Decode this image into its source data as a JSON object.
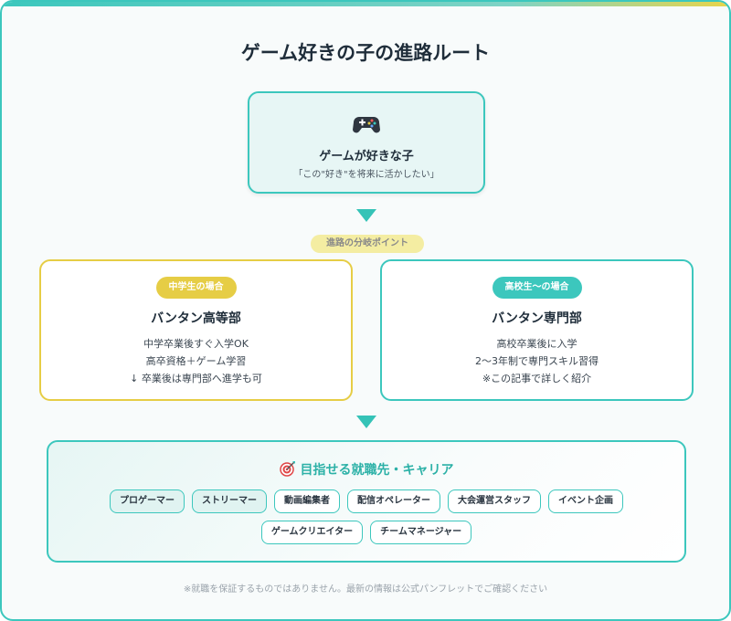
{
  "title": "ゲーム好きの子の進路ルート",
  "start": {
    "icon": "gamepad-icon",
    "name": "ゲームが好きな子",
    "subtitle": "「この\"好き\"を将来に活かしたい」"
  },
  "branch_point": "進路の分岐ポイント",
  "branches": [
    {
      "tag": "中学生の場合",
      "name": "バンタン高等部",
      "lines": [
        "中学卒業後すぐ入学OK",
        "高卒資格＋ゲーム学習",
        "↓ 卒業後は専門部へ進学も可"
      ]
    },
    {
      "tag": "高校生～の場合",
      "name": "バンタン専門部",
      "lines": [
        "高校卒業後に入学",
        "2～3年制で専門スキル習得",
        "※この記事で詳しく紹介"
      ]
    }
  ],
  "careers": {
    "icon": "target-icon",
    "title": "目指せる就職先・キャリア",
    "items": [
      "プロゲーマー",
      "ストリーマー",
      "動画編集者",
      "配信オペレーター",
      "大会運営スタッフ",
      "イベント企画",
      "ゲームクリエイター",
      "チームマネージャー"
    ],
    "highlighted": [
      0,
      1
    ]
  },
  "footnote": "※就職を保証するものではありません。最新の情報は公式パンフレットでご確認ください",
  "colors": {
    "teal": "#3cc7bd",
    "yellow": "#e6cd45",
    "pale_teal": "#e7f6f5"
  }
}
